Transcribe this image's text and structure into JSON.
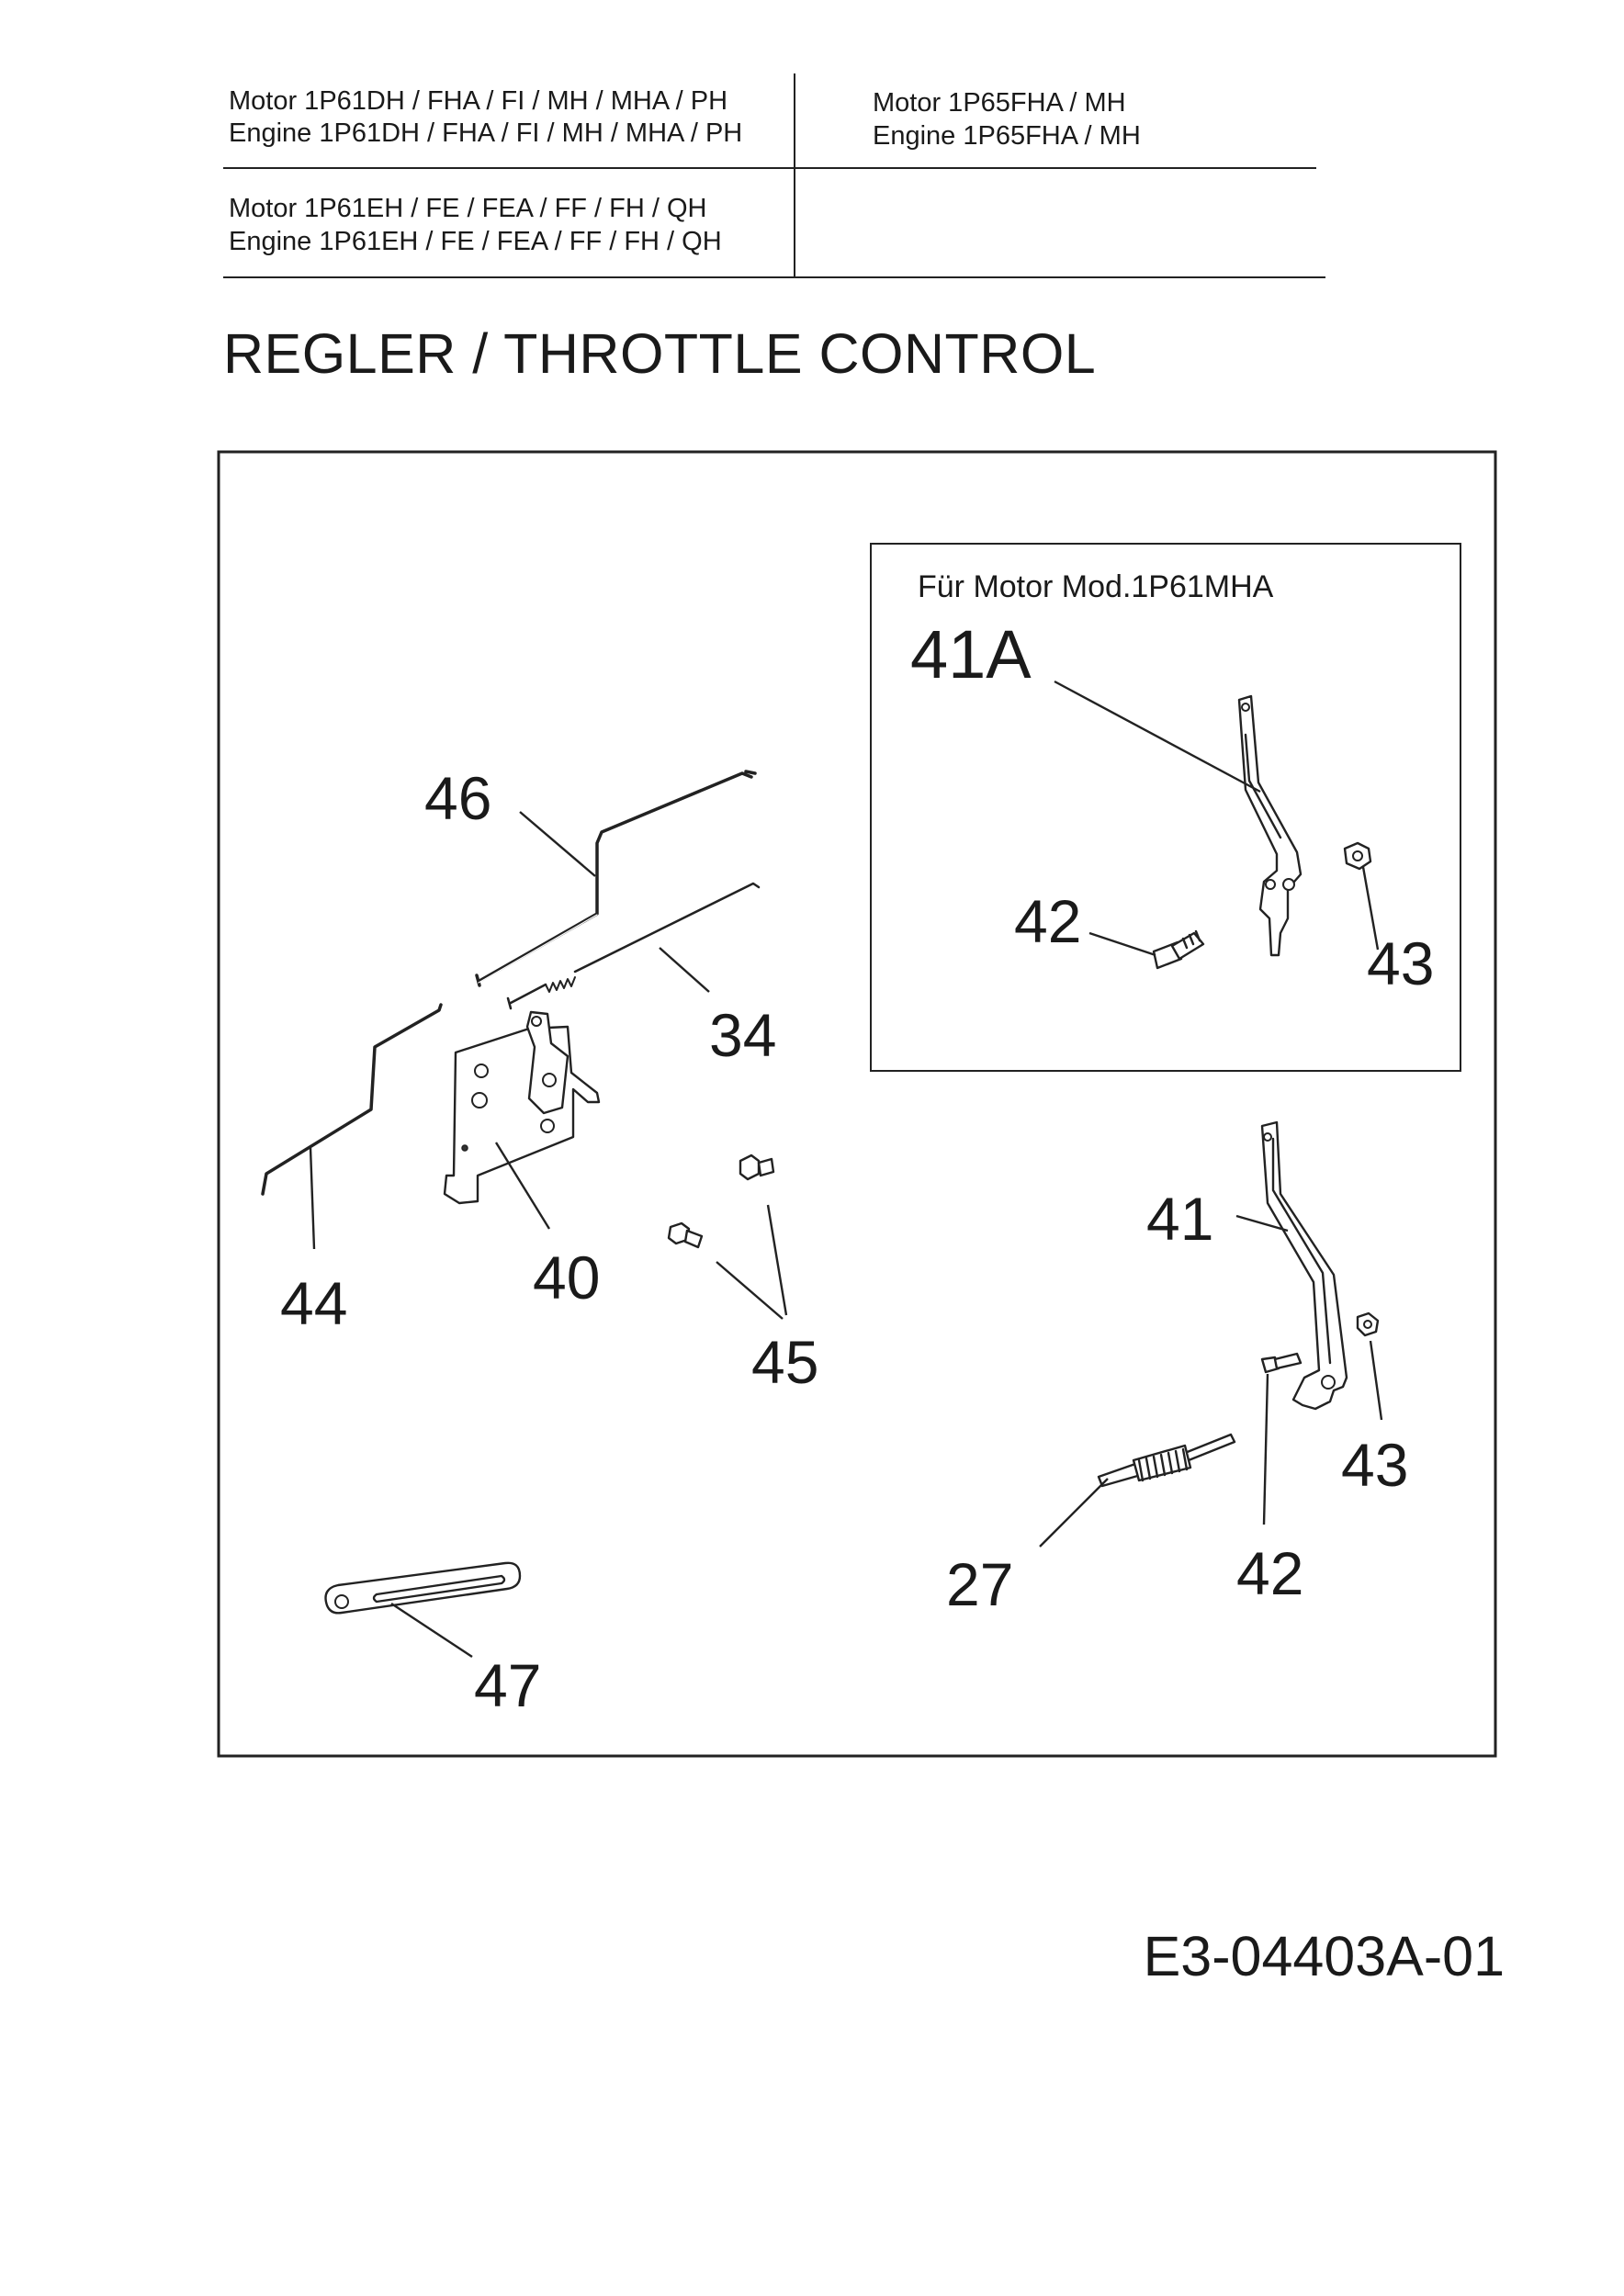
{
  "header": {
    "cell_top_left": [
      "Motor 1P61DH / FHA / FI / MH / MHA / PH",
      "Engine 1P61DH / FHA / FI / MH / MHA / PH"
    ],
    "cell_top_right": [
      "Motor 1P65FHA / MH",
      "Engine 1P65FHA / MH"
    ],
    "cell_bottom_left": [
      "Motor 1P61EH / FE / FEA / FF / FH / QH",
      "Engine 1P61EH / FE / FEA / FF / FH / QH"
    ]
  },
  "title": "REGLER / THROTTLE CONTROL",
  "inset": {
    "label": "Für Motor Mod.1P61MHA",
    "callouts": {
      "lever": "41A",
      "screw": "42",
      "nut": "43"
    }
  },
  "callouts": {
    "rod_upper": "46",
    "spring_rod": "34",
    "rod_lower": "44",
    "bracket": "40",
    "bolts": "45",
    "lever": "41",
    "nut": "43",
    "screw": "42",
    "spring": "27",
    "plate": "47"
  },
  "footer": {
    "code": "E3-04403A-01"
  }
}
